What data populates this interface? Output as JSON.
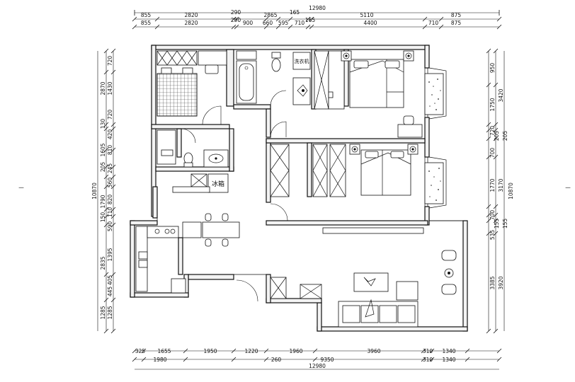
{
  "plan": {
    "top": {
      "overall": "12980",
      "row1": [
        "855",
        "2820",
        "290",
        "2865",
        "165",
        "5110",
        "875"
      ],
      "row2": [
        "855",
        "2820",
        "290",
        "900",
        "660",
        "595",
        "710",
        "165",
        "4400",
        "710",
        "875"
      ]
    },
    "bottom": {
      "row1": [
        "325",
        "1655",
        "1950",
        "1220",
        "1960",
        "3960",
        "310",
        "1340"
      ],
      "row2": [
        "1980",
        "260",
        "9350",
        "310",
        "1340"
      ],
      "overall": "12980"
    },
    "left": {
      "overall": "10870",
      "outer": [
        "2870",
        "130",
        "1605",
        "205",
        "1790",
        "150",
        "2835",
        "1285"
      ],
      "inner": [
        "720",
        "1430",
        "720",
        "420",
        "810",
        "245",
        "560",
        "820",
        "110",
        "590",
        "1395",
        "405",
        "445",
        "1285"
      ]
    },
    "right": {
      "overall": "10870",
      "outer": [
        "3420",
        "205",
        "3170",
        "155",
        "3920"
      ],
      "inner": [
        "950",
        "1750",
        "720",
        "205",
        "700",
        "1770",
        "700",
        "155",
        "535",
        "3385"
      ]
    },
    "rooms": {
      "laundry": "洗衣机",
      "fridge": "冰箱"
    },
    "north_mark": "一"
  }
}
